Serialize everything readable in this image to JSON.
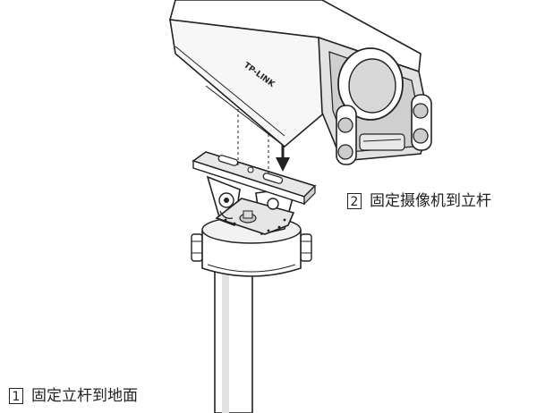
{
  "steps": [
    {
      "number": "2",
      "text": "固定摄像机到立杆"
    },
    {
      "number": "1",
      "text": "固定立杆到地面"
    }
  ],
  "camera": {
    "brand_text": "TP-LINK"
  },
  "colors": {
    "stroke": "#222222",
    "fill": "#ffffff",
    "shade": "#dcdcdc",
    "dark": "#bfbfbf"
  }
}
